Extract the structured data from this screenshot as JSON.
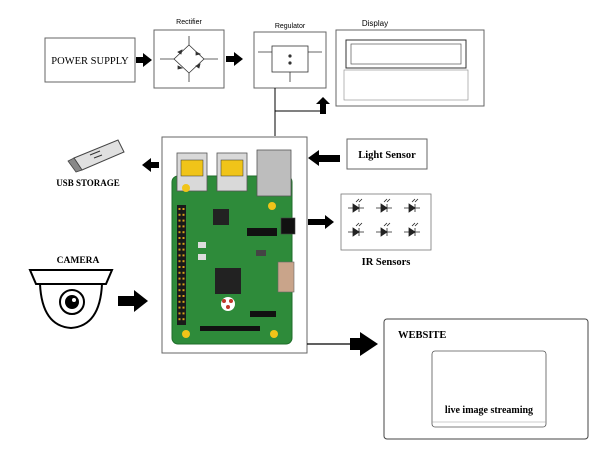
{
  "blocks": {
    "power_supply": {
      "label": "POWER SUPPLY"
    },
    "rectifier": {
      "label": "Rectifier"
    },
    "regulator": {
      "label": "Regulator"
    },
    "display": {
      "label": "Display"
    },
    "light_sensor": {
      "label": "Light Sensor"
    },
    "ir_sensors": {
      "label": "IR Sensors"
    },
    "usb_storage": {
      "label": "USB STORAGE"
    },
    "camera": {
      "label": "CAMERA"
    },
    "website": {
      "label": "WEBSITE",
      "panel_text": "live image streaming"
    }
  },
  "colors": {
    "board_green": "#2e8b3a",
    "board_dark": "#1f6e2a",
    "chip": "#222222",
    "arrow": "#000000",
    "box_border": "#555555"
  }
}
